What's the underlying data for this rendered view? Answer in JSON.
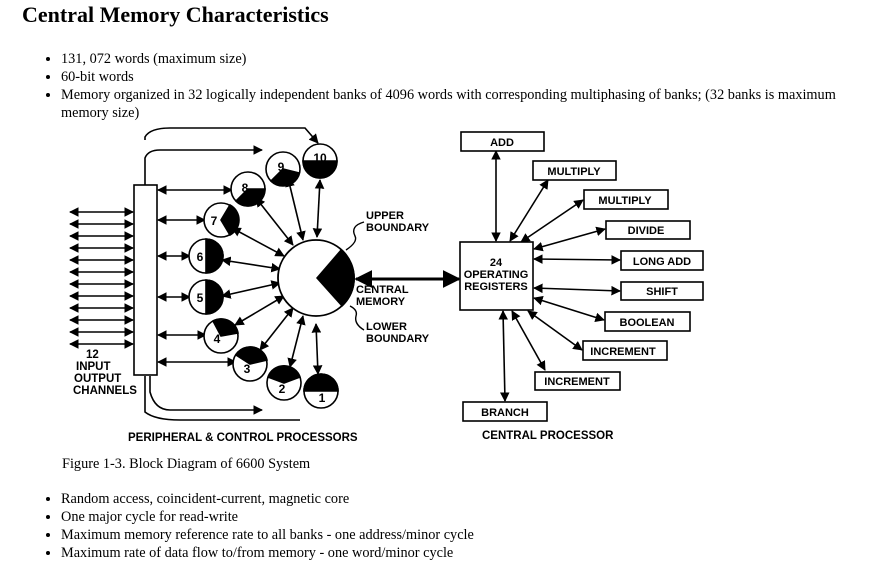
{
  "title": "Central Memory Characteristics",
  "bullets_top": [
    "131, 072 words (maximum size)",
    "60-bit words",
    "Memory organized in 32 logically independent banks of 4096 words with corresponding multiphasing of banks; (32 banks is maximum memory size)"
  ],
  "figure": {
    "caption": "Figure 1-3. Block Diagram of 6600 System",
    "peripheral_label": "PERIPHERAL & CONTROL PROCESSORS",
    "central_label": "CENTRAL PROCESSOR",
    "io_label": [
      "12",
      "INPUT",
      "OUTPUT",
      "CHANNELS"
    ],
    "memory_label": [
      "CENTRAL",
      "MEMORY"
    ],
    "upper_label": [
      "UPPER",
      "BOUNDARY"
    ],
    "lower_label": [
      "LOWER",
      "BOUNDARY"
    ],
    "registers_label": [
      "24",
      "OPERATING",
      "REGISTERS"
    ],
    "ppu_numbers": [
      "1",
      "2",
      "3",
      "4",
      "5",
      "6",
      "7",
      "8",
      "9",
      "10"
    ],
    "units": [
      "ADD",
      "MULTIPLY",
      "MULTIPLY",
      "DIVIDE",
      "LONG ADD",
      "SHIFT",
      "BOOLEAN",
      "INCREMENT",
      "INCREMENT",
      "BRANCH"
    ]
  },
  "bullets_bottom": [
    "Random access, coincident-current, magnetic core",
    "One major cycle for read-write",
    "Maximum memory reference rate to all banks - one address/minor cycle",
    "Maximum rate of data flow to/from memory - one word/minor cycle"
  ]
}
